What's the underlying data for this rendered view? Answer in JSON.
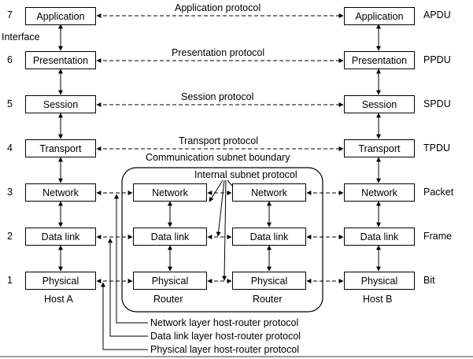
{
  "layer_numbers": [
    "7",
    "6",
    "5",
    "4",
    "3",
    "2",
    "1"
  ],
  "interface_label": "Interface",
  "host_a": {
    "label": "Host A",
    "layers": [
      "Application",
      "Presentation",
      "Session",
      "Transport",
      "Network",
      "Data link",
      "Physical"
    ]
  },
  "host_b": {
    "label": "Host B",
    "layers": [
      "Application",
      "Presentation",
      "Session",
      "Transport",
      "Network",
      "Data link",
      "Physical"
    ]
  },
  "router_1": {
    "label": "Router",
    "layers": [
      "Network",
      "Data link",
      "Physical"
    ]
  },
  "router_2": {
    "label": "Router",
    "layers": [
      "Network",
      "Data link",
      "Physical"
    ]
  },
  "pdus": [
    "APDU",
    "PPDU",
    "SPDU",
    "TPDU",
    "Packet",
    "Frame",
    "Bit"
  ],
  "protocols": [
    "Application protocol",
    "Presentation protocol",
    "Session protocol",
    "Transport protocol"
  ],
  "subnet_boundary_label": "Communication subnet boundary",
  "internal_subnet_protocol": "Internal subnet protocol",
  "host_router_protocols": [
    "Network layer host-router protocol",
    "Data link layer host-router protocol",
    "Physical layer host-router protocol"
  ]
}
